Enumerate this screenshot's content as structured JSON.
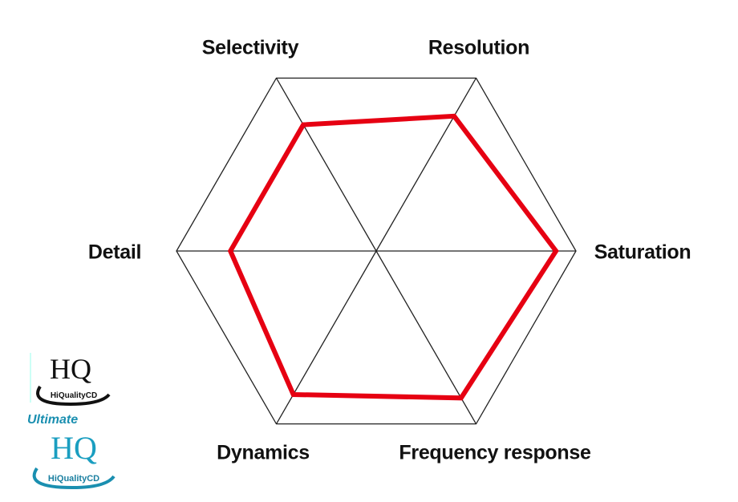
{
  "chart_data": {
    "type": "radar",
    "title": "",
    "axes": [
      "Resolution",
      "Saturation",
      "Frequency response",
      "Dynamics",
      "Detail",
      "Selectivity"
    ],
    "range": [
      0,
      1
    ],
    "grid": "spokes",
    "series": [
      {
        "name": "Ultimate HQ",
        "color": "#e60012",
        "values": [
          0.78,
          0.9,
          0.85,
          0.83,
          0.73,
          0.73
        ]
      }
    ]
  },
  "logos": {
    "hq": {
      "main": "HQ",
      "sub": "HiQualityCD"
    },
    "ultimate": {
      "top": "Ultimate",
      "main": "HQ",
      "sub": "HiQualityCD",
      "color": "#1a8fb0"
    }
  }
}
